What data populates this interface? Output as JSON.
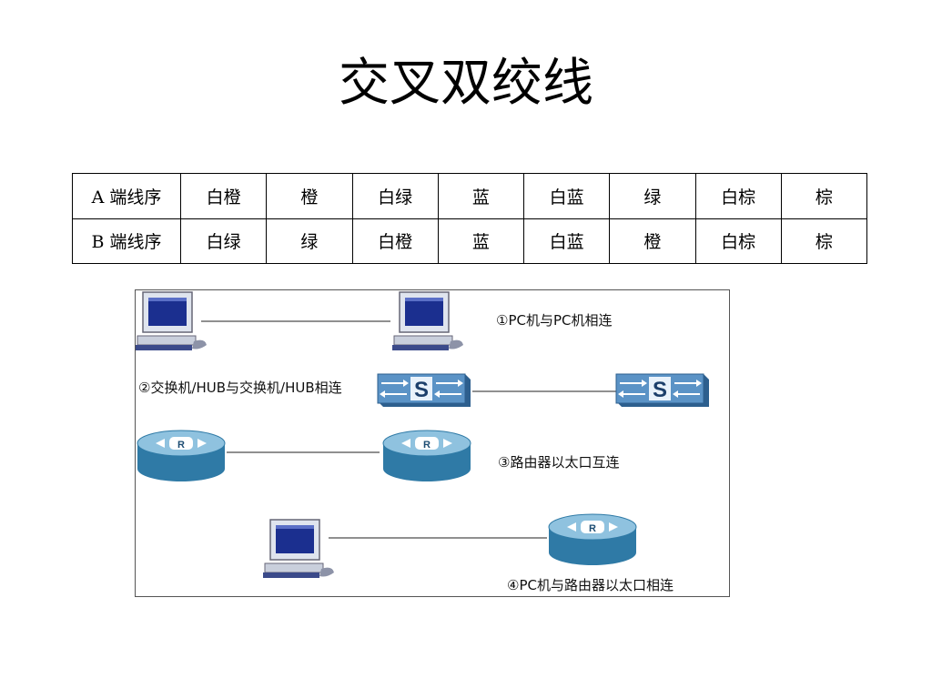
{
  "title": "交叉双绞线",
  "wire_table": {
    "rows": [
      {
        "header": "A 端线序",
        "cells": [
          "白橙",
          "橙",
          "白绿",
          "蓝",
          "白蓝",
          "绿",
          "白棕",
          "棕"
        ]
      },
      {
        "header": "B 端线序",
        "cells": [
          "白绿",
          "绿",
          "白橙",
          "蓝",
          "白蓝",
          "橙",
          "白棕",
          "棕"
        ]
      }
    ]
  },
  "diagram": {
    "labels": {
      "pc_pc": "①PC机与PC机相连",
      "switch_switch": "②交换机/HUB与交换机/HUB相连",
      "router_router": "③路由器以太口互连",
      "pc_router": "④PC机与路由器以太口相连"
    },
    "icons": {
      "switch_symbol": "S",
      "router_symbol": "R"
    },
    "colors": {
      "pc_body": "#d7dde8",
      "pc_screen": "#1b2f8f",
      "switch_body": "#4f86b8",
      "router_body": "#3f8bb5"
    }
  }
}
